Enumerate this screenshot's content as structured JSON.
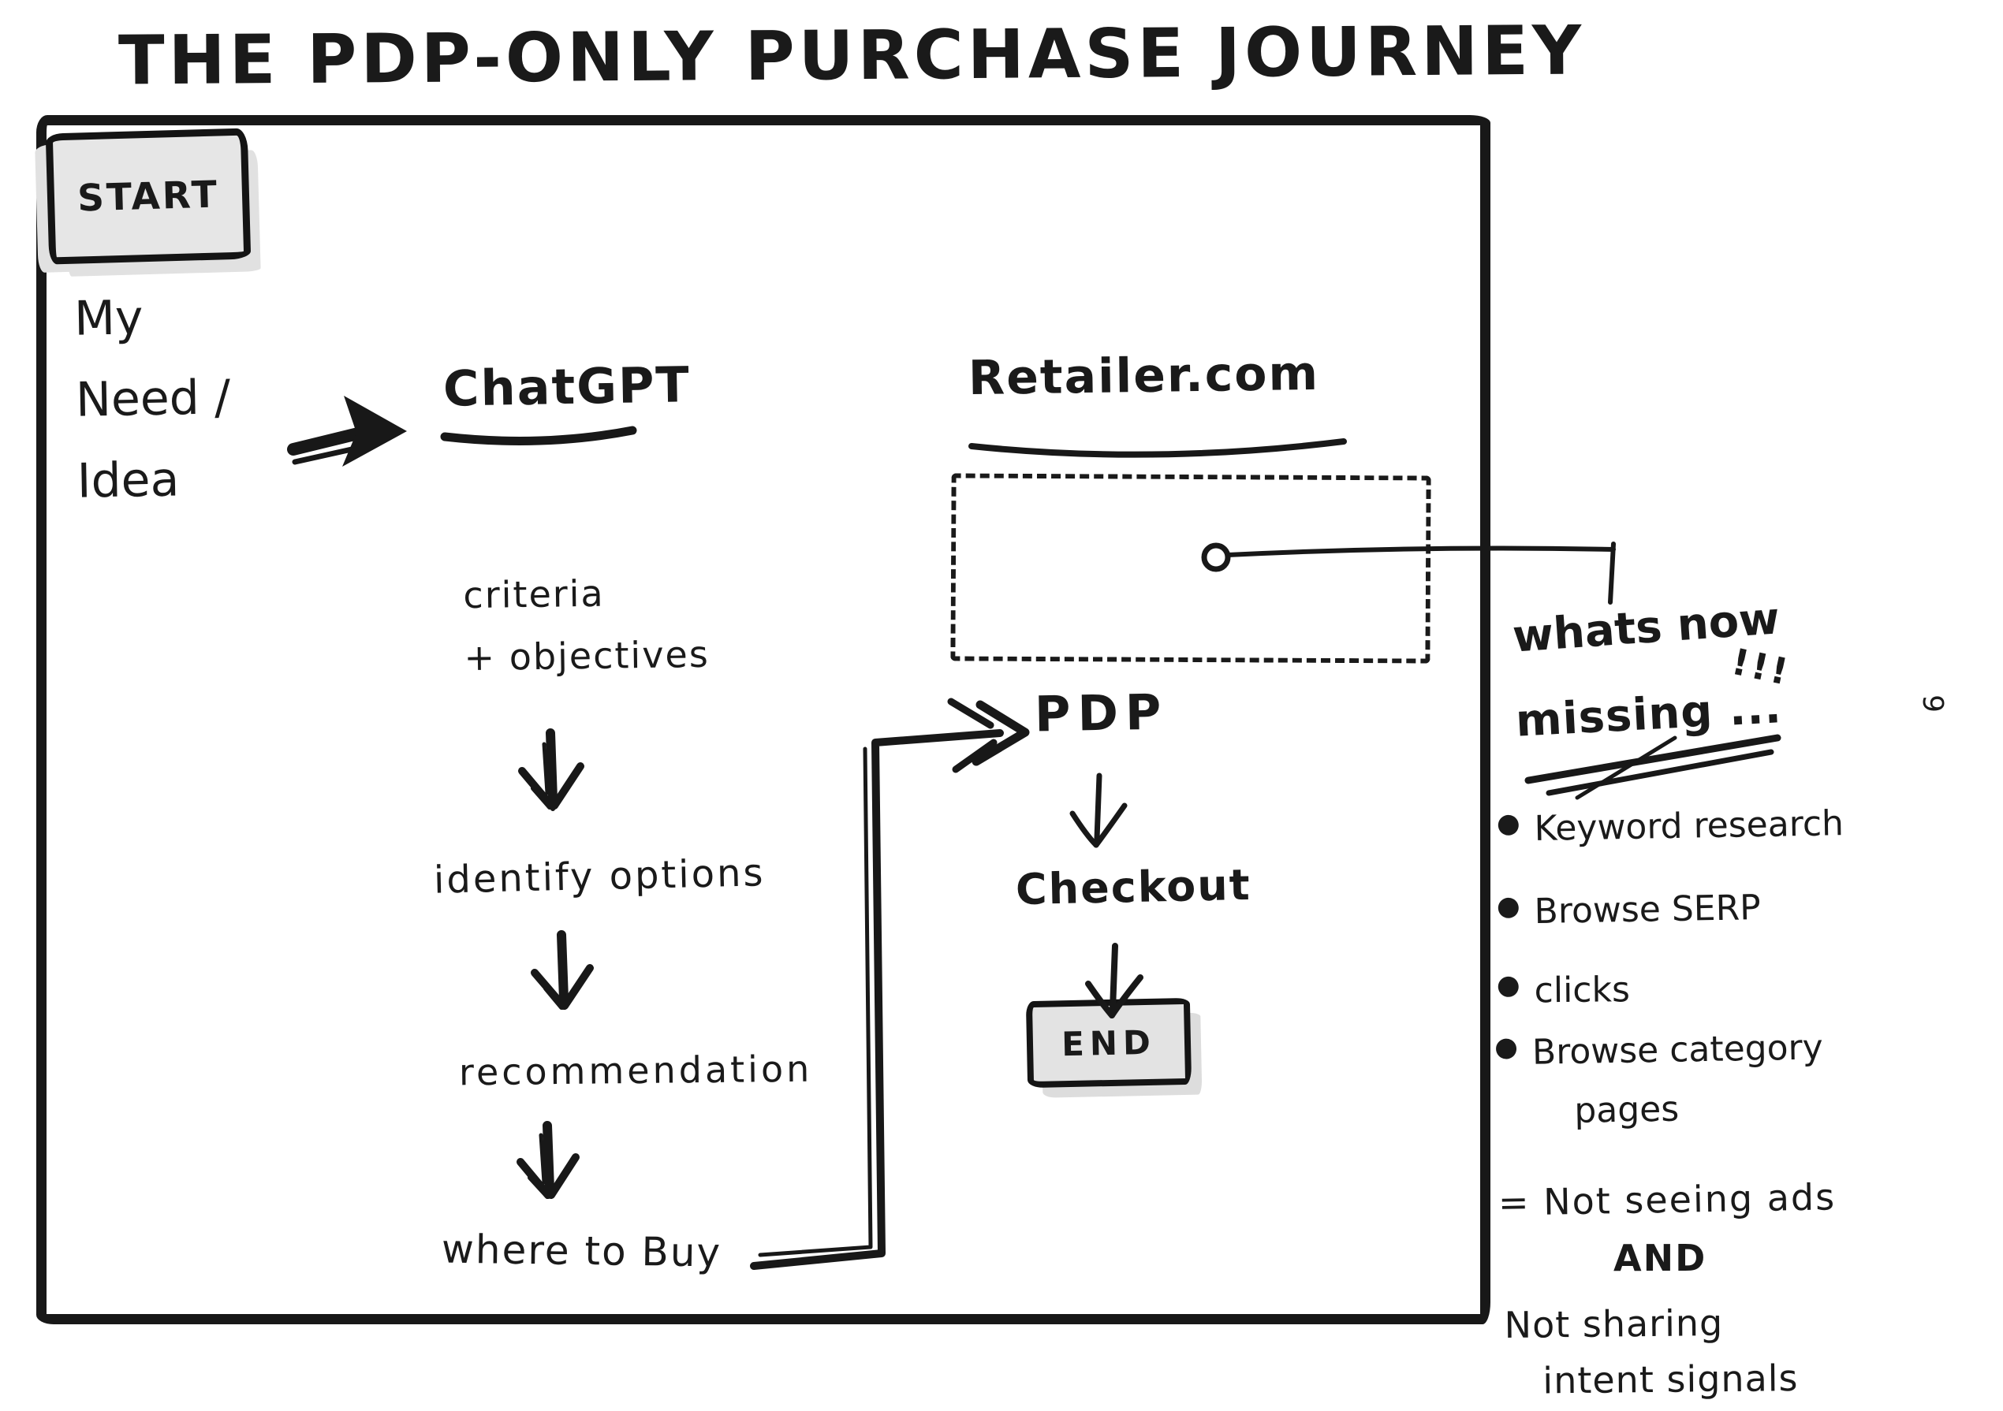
{
  "title": "THE PDP-ONLY PURCHASE JOURNEY",
  "page_number": "6",
  "flow": {
    "start_label": "START",
    "my_need_idea": "My\nNeed /\nIdea",
    "chatgpt_label": "ChatGPT",
    "steps": {
      "criteria": "criteria\n+ objectives",
      "identify": "identify options",
      "recommendation": "recommendation",
      "where_to_buy": "where to Buy"
    },
    "retailer_label": "Retailer.com",
    "pdp_label": "PDP",
    "checkout_label": "Checkout",
    "end_label": "END"
  },
  "annotation": {
    "heading_line1": "whats now",
    "exclamation": "!!!",
    "heading_line2": "missing ...",
    "bullet_items": [
      "Keyword research",
      "Browse SERP",
      "clicks",
      "Browse category\npages"
    ],
    "equals_note": "= Not seeing ads",
    "and_word": "AND",
    "not_sharing": "Not sharing\nintent signals"
  },
  "colors": {
    "ink": "#1a1a1a",
    "box_fill": "#e6e6e6",
    "box_shadow": "#e1e1e1"
  }
}
